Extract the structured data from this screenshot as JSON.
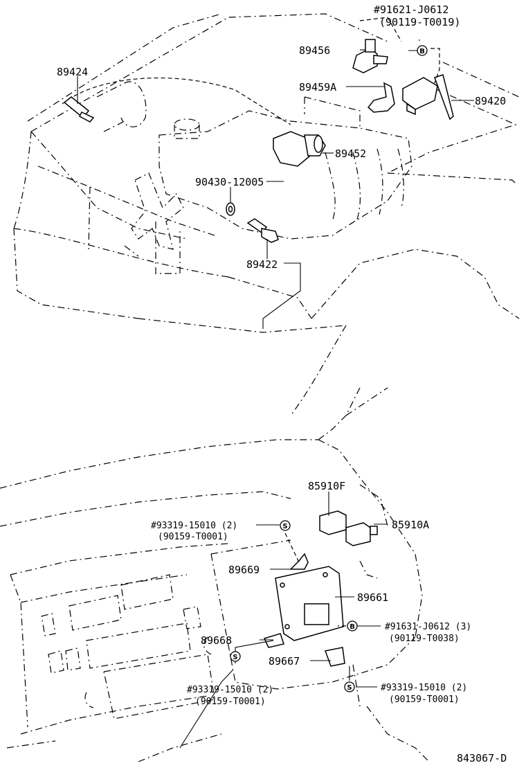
{
  "diagram": {
    "labels": {
      "p89424": "89424",
      "p91621": "#91621-J0612",
      "p90119a": "(90119-T0019)",
      "p89456": "89456",
      "p89459A": "89459A",
      "p89420": "89420",
      "p89452": "89452",
      "p90430": "90430-12005",
      "p89422": "89422",
      "p85910F": "85910F",
      "p85910A": "85910A",
      "p93319a": "#93319-15010 (2)",
      "p90159a": "(90159-T0001)",
      "p89669": "89669",
      "p89661": "89661",
      "p91631": "#91631-J0612 (3)",
      "p90119b": "(90119-T0038)",
      "p89668": "89668",
      "p89667": "89667",
      "p93319b": "#93319-15010 (2)",
      "p90159b": "(90159-T0001)",
      "p93319c": "#93319-15010 (2)",
      "p90159c": "(90159-T0001)",
      "ref": "843067-D"
    },
    "badges": {
      "b1": "B",
      "b2": "S",
      "b3": "B",
      "b4": "S",
      "b5": "S"
    }
  }
}
